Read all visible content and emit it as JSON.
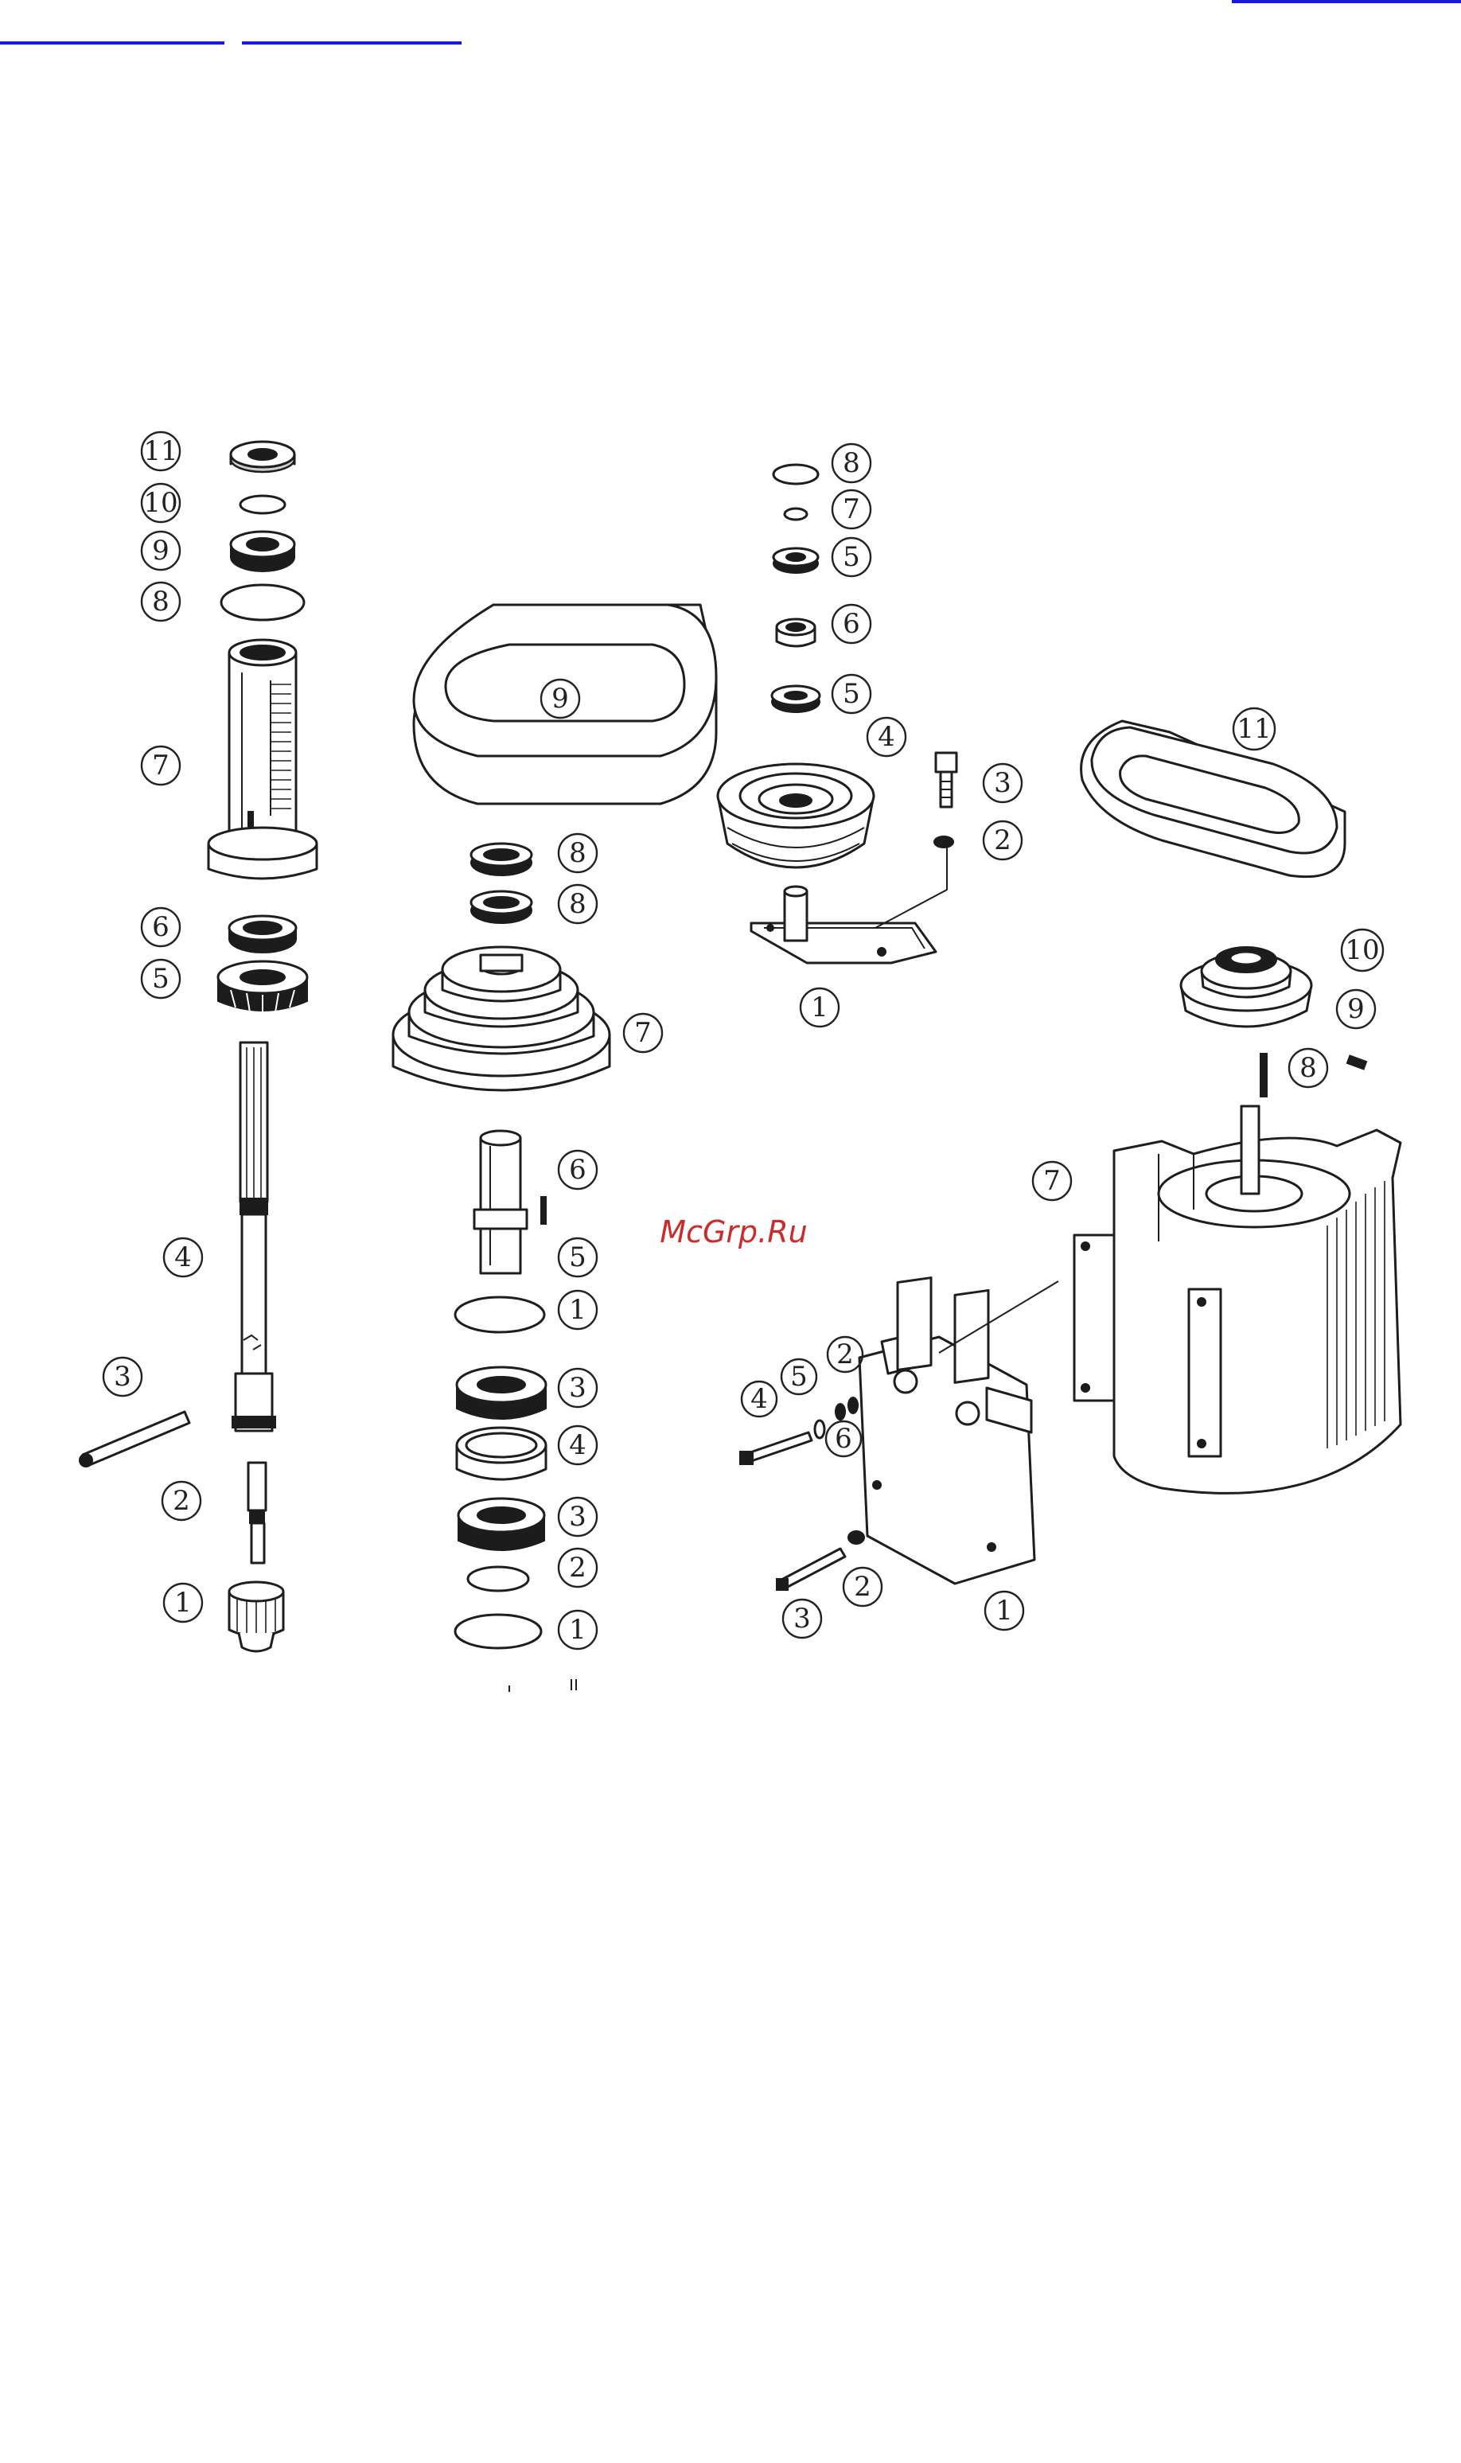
{
  "watermark": "McGrp.Ru",
  "groups": {
    "spindle": {
      "callouts": [
        "11",
        "10",
        "9",
        "8",
        "7",
        "6",
        "5",
        "4",
        "3",
        "2",
        "1"
      ]
    },
    "spindle_pulley": {
      "callouts": [
        "9",
        "8",
        "8",
        "7",
        "6",
        "5",
        "1",
        "3",
        "4",
        "3",
        "2",
        "1"
      ]
    },
    "idler_pulley": {
      "callouts": [
        "8",
        "7",
        "5",
        "6",
        "5",
        "4",
        "3",
        "2",
        "1"
      ]
    },
    "motor": {
      "callouts": [
        "11",
        "10",
        "9",
        "8",
        "7",
        "2",
        "5",
        "4",
        "6",
        "2",
        "3",
        "1"
      ]
    }
  }
}
